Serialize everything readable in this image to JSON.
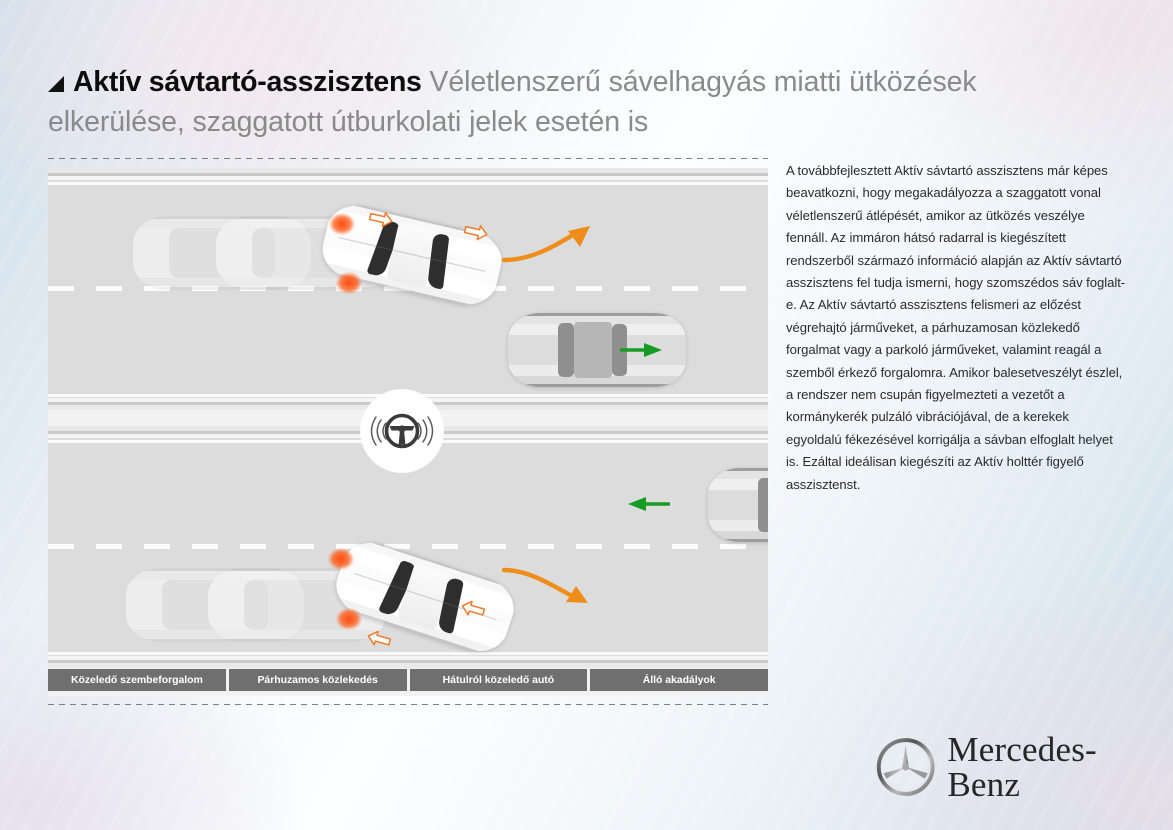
{
  "headline": {
    "bullet_icon": "triangle-bullet",
    "strong": "Aktív sávtartó-asszisztens",
    "light": " Véletlenszerű sávelhagyás miatti ütközések elkerülése, szaggatott útburkolati jelek esetén is"
  },
  "body": {
    "paragraph": "A továbbfejlesztett Aktív sávtartó asszisztens már képes beavatkozni, hogy megakadályozza a szaggatott vonal véletlenszerű átlépését, amikor az ütközés veszélye fennáll. Az immáron hátsó radarral is kiegészített rendszerből származó információ alapján az Aktív sávtartó asszisztens fel tudja ismerni, hogy szomszédos sáv foglalt-e. Az Aktív sávtartó asszisztens felismeri az előzést végrehajtó járműveket, a párhuzamosan közlekedő forgalmat vagy a parkoló járműveket, valamint reagál a szemből érkező forgalomra. Amikor balesetveszélyt észlel, a rendszer nem csupán figyelmezteti a vezetőt a kormánykerék pulzáló vibrációjával, de a kerekek egyoldalú fékezésével korrigálja a sávban elfoglalt helyet is. Ezáltal ideálisan kiegészíti az Aktív holttér figyelő asszisztenst."
  },
  "legend": {
    "items": [
      {
        "label": "Közeledő szembeforgalom"
      },
      {
        "label": "Párhuzamos közlekedés"
      },
      {
        "label": "Hátulról közeledő autó"
      },
      {
        "label": "Álló akadályok"
      }
    ]
  },
  "illustration": {
    "steering_wheel_icon": "steering-wheel-vibration-icon",
    "scenes": [
      {
        "name": "upper-scene",
        "description": "Ego car drifting right over dashed lane line, corrected back; grey car travelling same direction in adjacent lane",
        "ego_car": "white-ego-car",
        "ghost_cars": 2,
        "other_car": "grey-car-parallel-traffic",
        "course_arrow": "orange-curved-correction-arrow",
        "direction_arrow": "green-direction-arrow-right",
        "brake_glow": "red-wheel-brake-glow"
      },
      {
        "name": "lower-scene",
        "description": "Ego car drifting across dashed line toward oncoming grey car; one-sided wheel braking applied",
        "ego_car": "white-ego-car",
        "ghost_cars": 2,
        "other_car": "grey-car-oncoming-traffic",
        "course_arrow": "orange-curved-correction-arrow",
        "direction_arrow": "green-direction-arrow-left",
        "brake_glow": "red-wheel-brake-glow"
      }
    ]
  },
  "brand": {
    "star_icon": "mercedes-star-icon",
    "name": "Mercedes-Benz"
  },
  "colors": {
    "accent_orange": "#ef8d18",
    "accent_green": "#169c25",
    "accent_red": "#ff4a0e",
    "legend_bg": "#6f6f6f",
    "headline_strong": "#0d0d0d",
    "headline_light": "#8a8a8a",
    "body_text": "#2b2b2b"
  }
}
